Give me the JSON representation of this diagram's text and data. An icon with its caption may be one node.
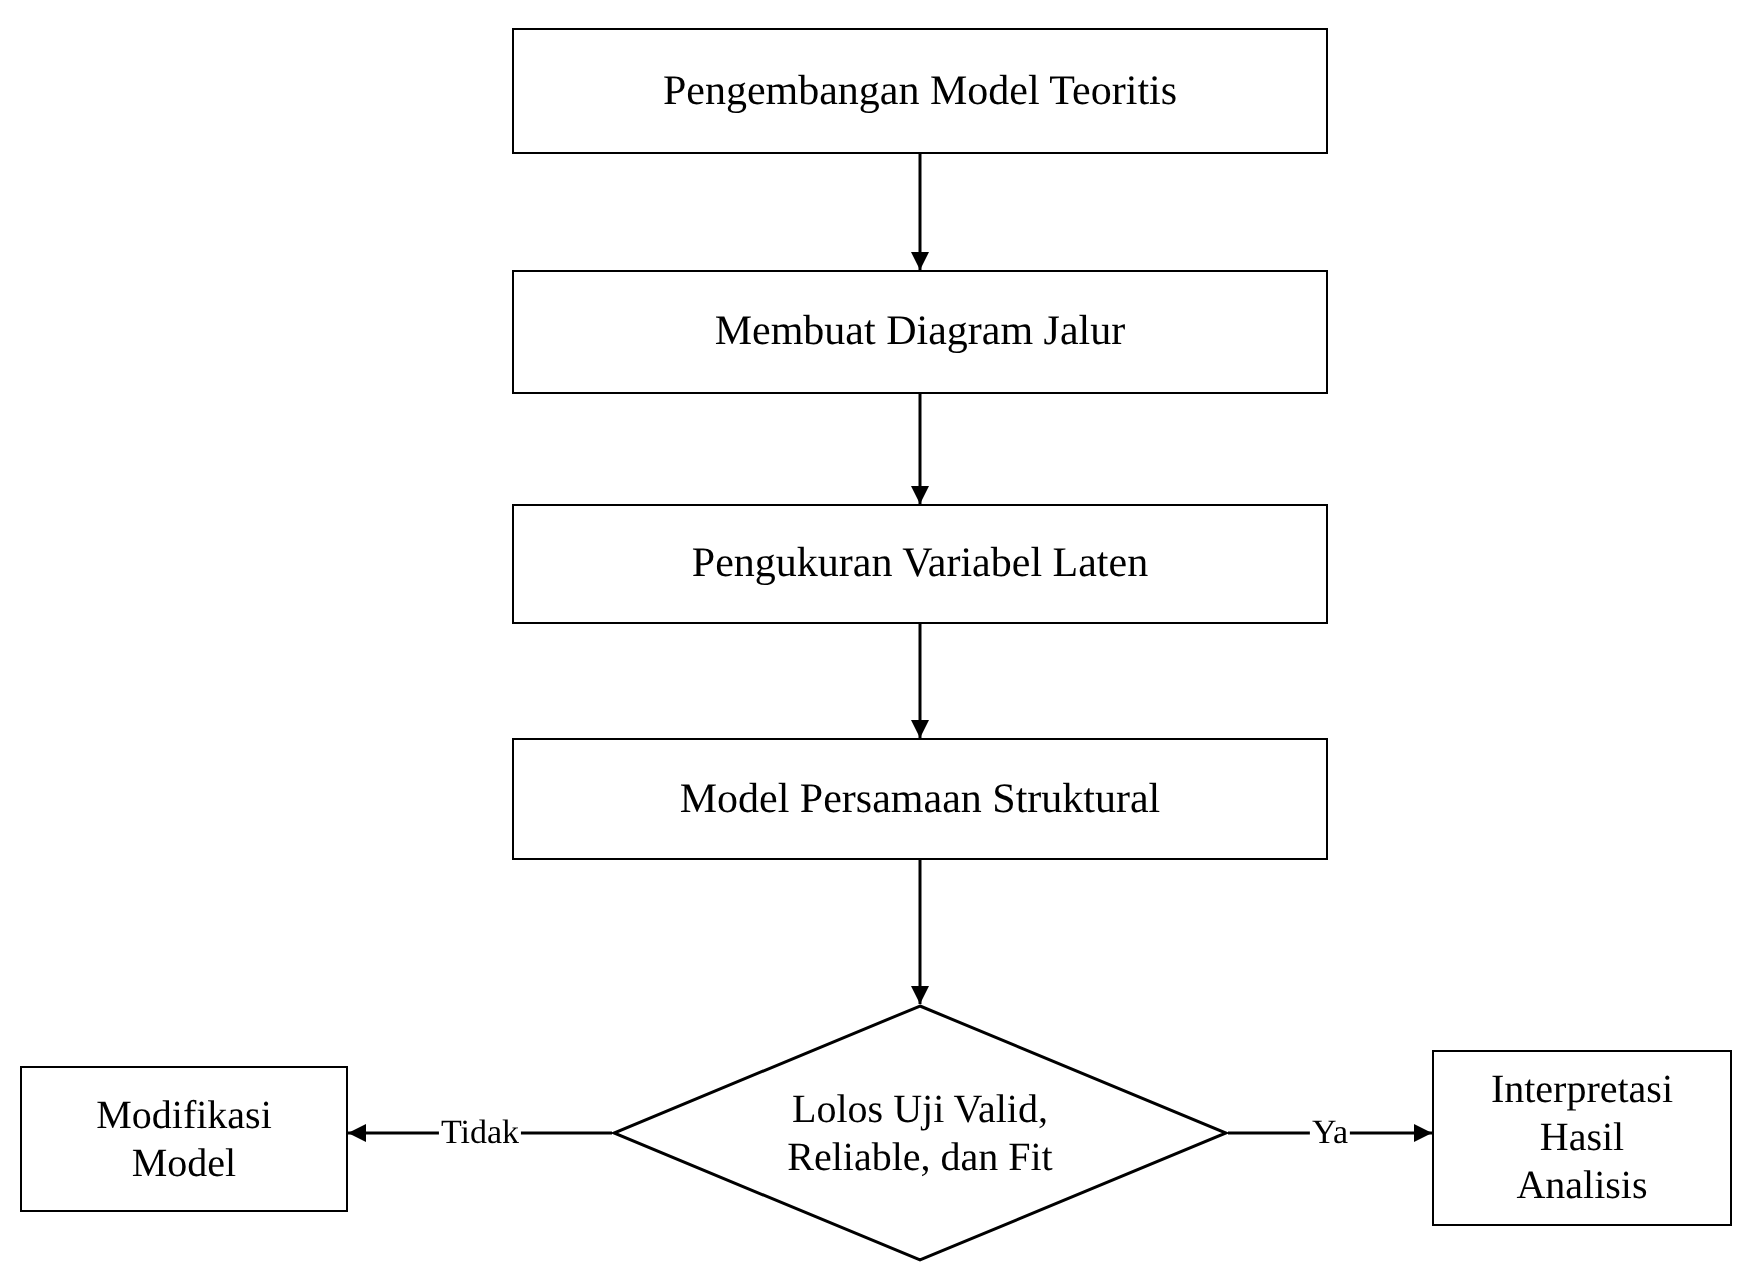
{
  "diagram": {
    "nodes": [
      {
        "text": [
          "Pengembangan Model Teoritis"
        ]
      },
      {
        "text": [
          "Membuat Diagram Jalur"
        ]
      },
      {
        "text": [
          "Pengukuran Variabel Laten"
        ]
      },
      {
        "text": [
          "Model Persamaan Struktural"
        ]
      },
      {
        "text": [
          "Modifikasi Model"
        ]
      },
      {
        "text": [
          "Lolos Uji Valid, Reliable, dan Fit"
        ]
      },
      {
        "text": [
          "Interpretasi Hasil Analisis"
        ]
      }
    ],
    "edges": [
      {
        "from": 0,
        "to": 1,
        "arrow": "to"
      },
      {
        "from": 1,
        "to": 2,
        "arrow": "to"
      },
      {
        "from": 2,
        "to": 3,
        "arrow": "to"
      },
      {
        "from": 3,
        "to": 5,
        "arrow": "to"
      },
      {
        "from": 5,
        "to": 4,
        "arrow": "to",
        "label": "Tidak"
      },
      {
        "from": 5,
        "to": 6,
        "arrow": "to",
        "label": "Ya"
      }
    ]
  }
}
